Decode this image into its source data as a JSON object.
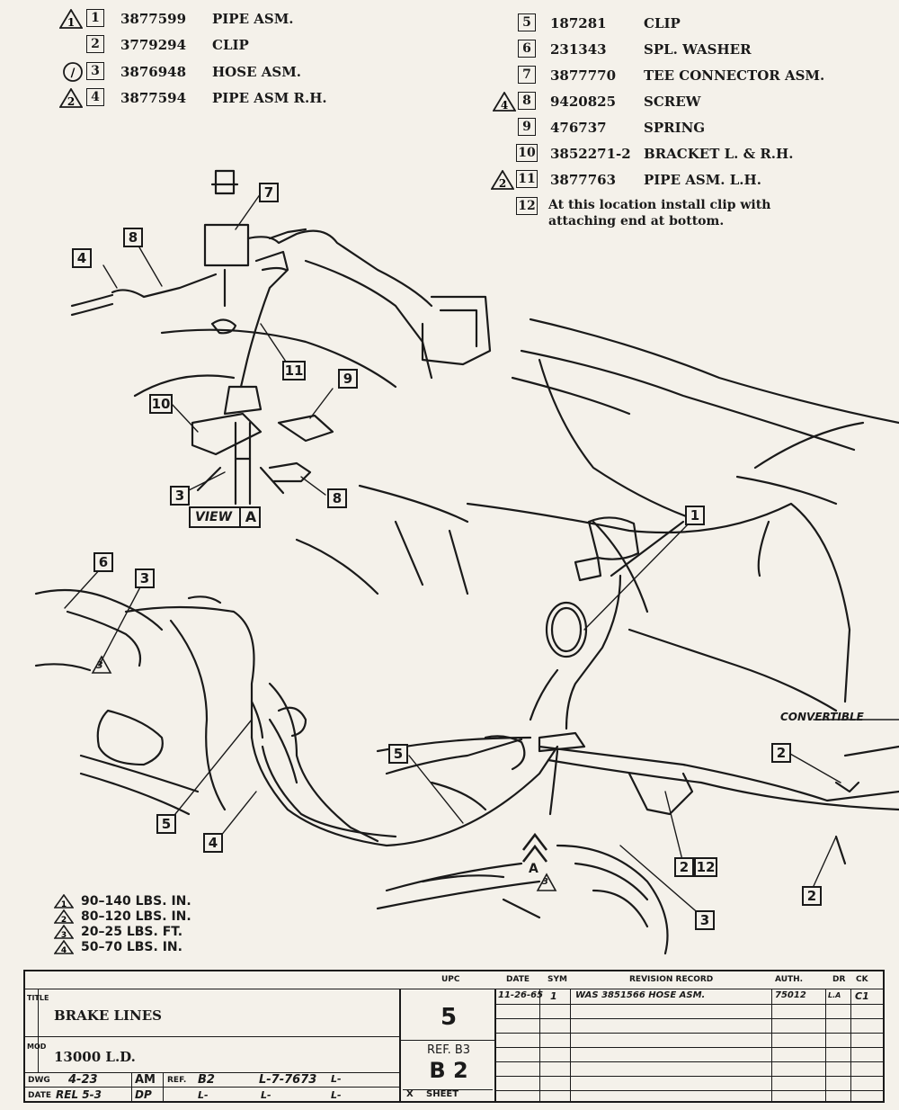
{
  "parts_list": [
    {
      "no": "1",
      "part": "3877599",
      "desc": "PIPE ASM.",
      "torque_mark": "1"
    },
    {
      "no": "2",
      "part": "3779294",
      "desc": "CLIP",
      "torque_mark": ""
    },
    {
      "no": "3",
      "part": "3876948",
      "desc": "HOSE ASM.",
      "torque_mark": "/"
    },
    {
      "no": "4",
      "part": "3877594",
      "desc": "PIPE ASM R.H.",
      "torque_mark": "2"
    },
    {
      "no": "5",
      "part": "187281",
      "desc": "CLIP",
      "torque_mark": ""
    },
    {
      "no": "6",
      "part": "231343",
      "desc": "SPL. WASHER",
      "torque_mark": ""
    },
    {
      "no": "7",
      "part": "3877770",
      "desc": "TEE CONNECTOR ASM.",
      "torque_mark": ""
    },
    {
      "no": "8",
      "part": "9420825",
      "desc": "SCREW",
      "torque_mark": "4"
    },
    {
      "no": "9",
      "part": "476737",
      "desc": "SPRING",
      "torque_mark": ""
    },
    {
      "no": "10",
      "part": "3852271-2",
      "desc": "BRACKET L. & R.H.",
      "torque_mark": ""
    },
    {
      "no": "11",
      "part": "3877763",
      "desc": "PIPE ASM. L.H.",
      "torque_mark": "2"
    }
  ],
  "note_12": {
    "no": "12",
    "line1": "At this location install clip with",
    "line2": "attaching end at bottom."
  },
  "callouts": {
    "c1": "1",
    "c2": "2",
    "c3": "3",
    "c4": "4",
    "c5": "5",
    "c6": "6",
    "c7": "7",
    "c8": "8",
    "c9": "9",
    "c10": "10",
    "c11": "11",
    "c12": "12",
    "cA": "A",
    "tri3": "3"
  },
  "view_label": "VIEW",
  "view_letter": "A",
  "convertible_label": "CONVERTIBLE",
  "torque_specs": [
    {
      "mark": "1",
      "text": "90–140  LBS. IN."
    },
    {
      "mark": "2",
      "text": "80–120  LBS. IN."
    },
    {
      "mark": "3",
      "text": "20–25   LBS. FT."
    },
    {
      "mark": "4",
      "text": "50–70   LBS. IN."
    }
  ],
  "title_block": {
    "upc_label": "UPC",
    "title_label": "TITLE",
    "title": "BRAKE LINES",
    "model_label": "MOD",
    "model": "13000 L.D.",
    "upc_number": "5",
    "ref_label": "REF. B3",
    "ref_code": "B 2",
    "sheet_label": "SHEET",
    "sheet_mark": "X",
    "dwg_label": "DWG",
    "dwg_value": "4-23",
    "dwg_init": "AM",
    "date_label": "DATE",
    "date_value": "REL 5-3",
    "date_init": "DP",
    "ref_small_label": "REF.",
    "ref_small": "B2",
    "l_ref": "L-7-7673",
    "l_blank": "L-",
    "revision_headers": {
      "date": "DATE",
      "sym": "SYM",
      "record": "REVISION RECORD",
      "auth": "AUTH.",
      "dr": "DR",
      "ck": "CK"
    },
    "revision": {
      "date": "11-26-65",
      "sym": "1",
      "record": "WAS 3851566 HOSE ASM.",
      "auth": "75012",
      "dr": "L.A",
      "ck": "C1"
    }
  }
}
